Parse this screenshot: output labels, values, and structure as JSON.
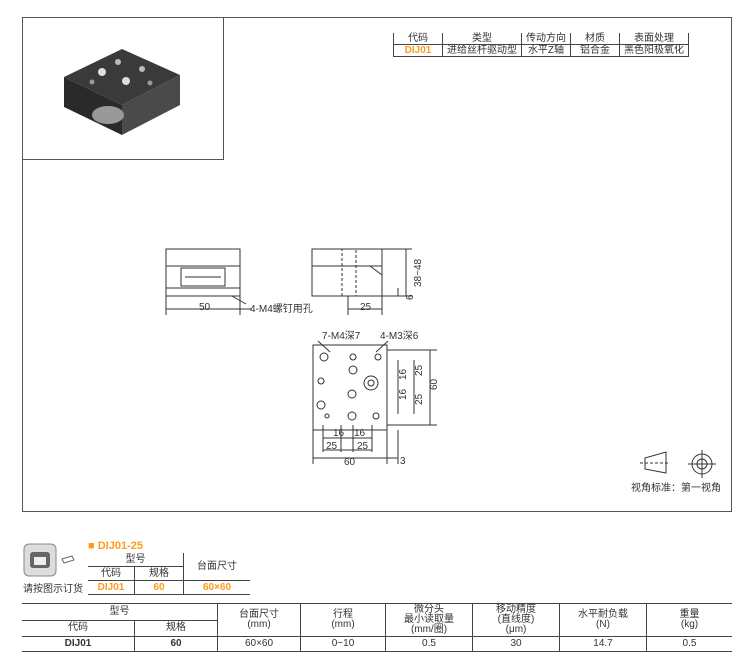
{
  "spec_table": {
    "headers": [
      "代码",
      "类型",
      "传动方向",
      "材质",
      "表面处理"
    ],
    "row": [
      "DIJ01",
      "进给丝杆驱动型",
      "水平Z轴",
      "铝合金",
      "黑色阳极氧化"
    ]
  },
  "drawing": {
    "dim_50": "50",
    "label_bolt": "4-M4螺钉用孔",
    "dim_25_side": "25",
    "dim_height": "38~48",
    "dim_6": "6",
    "label_m4": "7-M4深7",
    "label_m3": "4-M3深6",
    "dim_16a": "16",
    "dim_25a": "25",
    "dim_60v": "60",
    "dim_16b": "16",
    "dim_25b": "25",
    "dim_16c": "16",
    "dim_16d": "16",
    "dim_25c": "25",
    "dim_25d": "25",
    "dim_60h": "60",
    "dim_3": "3",
    "view_label": "视角标准：第一视角"
  },
  "order": {
    "title": "DIJ01-25",
    "caption": "请按图示订货",
    "h_model": "型号",
    "h_code": "代码",
    "h_spec": "规格",
    "h_size": "台面尺寸",
    "v_code": "DIJ01",
    "v_spec": "60",
    "v_size": "60×60"
  },
  "main_table": {
    "h_model": "型号",
    "h_code": "代码",
    "h_spec": "规格",
    "h_size": [
      "台面尺寸",
      "(mm)"
    ],
    "h_stroke": [
      "行程",
      "(mm)"
    ],
    "h_micro": [
      "微分头",
      "最小读取量",
      "(mm/圈)"
    ],
    "h_accuracy": [
      "移动精度",
      "(直线度)",
      "(μm)"
    ],
    "h_load": [
      "水平耐负载",
      "(N)"
    ],
    "h_weight": [
      "重量",
      "(kg)"
    ],
    "row": {
      "code": "DIJ01",
      "spec": "60",
      "size": "60×60",
      "stroke": "0~10",
      "micro": "0.5",
      "accuracy": "30",
      "load": "14.7",
      "weight": "0.5"
    }
  }
}
